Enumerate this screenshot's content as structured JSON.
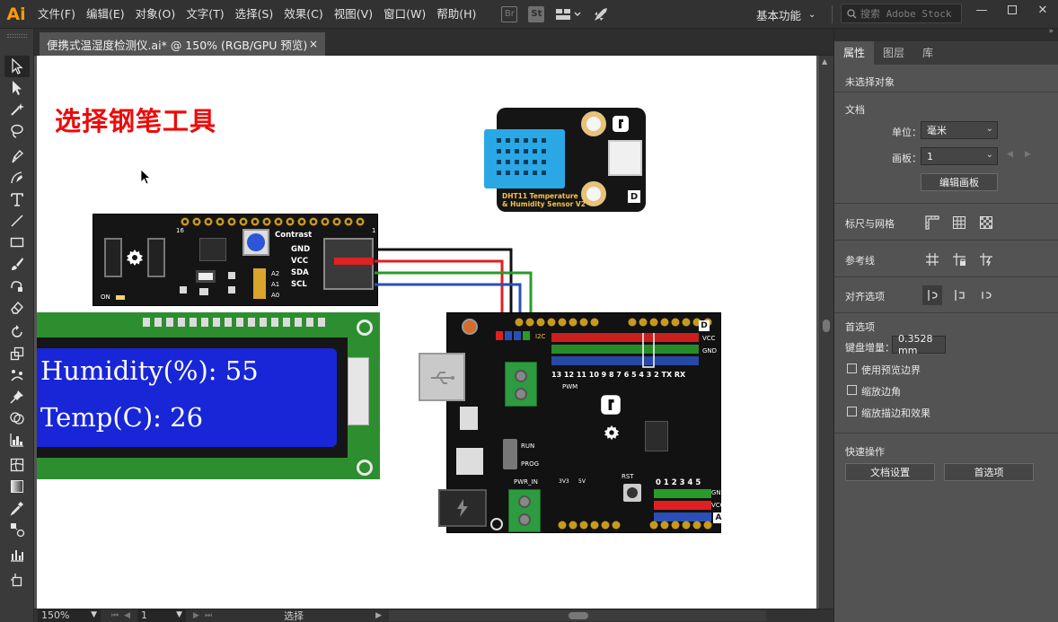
{
  "app": {
    "logo": "Ai",
    "menus": [
      "文件(F)",
      "编辑(E)",
      "对象(O)",
      "文字(T)",
      "选择(S)",
      "效果(C)",
      "视图(V)",
      "窗口(W)",
      "帮助(H)"
    ],
    "bridge_label": "Br",
    "stock_label": "St",
    "workspace": "基本功能",
    "stock_search_placeholder": "搜索 Adobe Stock",
    "accent_color": "#ff9a00"
  },
  "document": {
    "tab_title": "便携式温湿度检测仪.ai* @ 150% (RGB/GPU 预览)",
    "close_symbol": "×"
  },
  "artwork": {
    "headline": "选择钢笔工具",
    "headline_color": "#ec0b0b",
    "lcd_line1": "Humidity(%): 55",
    "lcd_line2": "Temp(C): 26",
    "iic_labels": {
      "gnd": "GND",
      "vcc": "VCC",
      "sda": "SDA",
      "scl": "SCL",
      "contrast": "Contrast",
      "on": "ON",
      "a2": "A2",
      "a1": "A1",
      "a0": "A0",
      "pin16": "16",
      "pin1": "1"
    },
    "sensor_line1": "DHT11 Temperature",
    "sensor_line2": "& Humidity Sensor V2",
    "shield_labels": {
      "i2c": "I2C",
      "pwm": "PWM",
      "digital_pins": "13 12 11 10 9 8   7 6 5 4 3 2 TX RX",
      "vcc": "VCC",
      "gnd": "GND",
      "run": "RUN",
      "prog": "PROG",
      "pwr_in": "PWR_IN",
      "rst": "RST",
      "analog_pins": "0  1  2  3  4  5",
      "a": "A",
      "d": "D",
      "three_v3": "3V3",
      "five_v": "5V"
    }
  },
  "panel": {
    "tabs": [
      "属性",
      "图层",
      "库"
    ],
    "active_tab": 0,
    "no_selection": "未选择对象",
    "section_document": "文档",
    "units_label": "单位：",
    "units_value": "毫米",
    "artboard_label": "画板：",
    "artboard_value": "1",
    "edit_artboards_button": "编辑画板",
    "rulers_grids": "标尺与网格",
    "guides": "参考线",
    "snap_options": "对齐选项",
    "preferences": "首选项",
    "keyboard_increment_label": "键盘增量：",
    "keyboard_increment_value": "0.3528 mm",
    "use_preview_bounds": "使用预览边界",
    "scale_corners": "缩放边角",
    "scale_strokes": "缩放描边和效果",
    "quick_actions": "快速操作",
    "document_setup_button": "文档设置",
    "preferences_button": "首选项"
  },
  "status": {
    "zoom": "150%",
    "artboard_nav": "1",
    "tool_name": "选择"
  }
}
